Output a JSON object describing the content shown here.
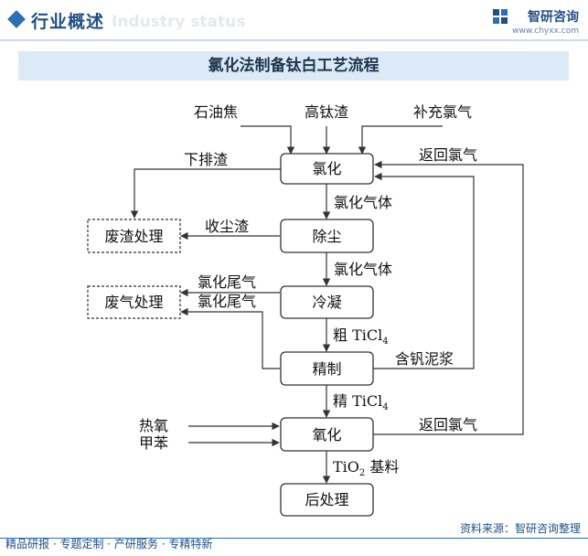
{
  "header": {
    "title": "行业概述",
    "ghost_text": "Industry status",
    "brand_name": "智研咨询",
    "brand_url": "www.chyxx.com"
  },
  "diagram": {
    "title": "氯化法制备钛白工艺流程",
    "inputs": {
      "petroleum_coke": "石油焦",
      "high_ti_slag": "高钛渣",
      "make_up_chlorine": "补充氯气",
      "hot_oxygen": "热氧",
      "toluene": "甲苯"
    },
    "nodes": {
      "chlorination": "氯化",
      "dust_removal": "除尘",
      "condensation": "冷凝",
      "refining": "精制",
      "oxidation": "氧化",
      "post_treatment": "后处理",
      "slag_treatment": "废渣处理",
      "gas_treatment": "废气处理"
    },
    "edge_labels": {
      "lower_slag": "下排渣",
      "return_chlorine_1": "返回氯气",
      "chlorinated_gas_1": "氯化气体",
      "dust_slag": "收尘渣",
      "chlorinated_gas_2": "氯化气体",
      "tail_gas_1": "氯化尾气",
      "tail_gas_2": "氯化尾气",
      "crude_ticl4_prefix": "粗 TiCl",
      "crude_ticl4_sub": "4",
      "vanadium_mud": "含钒泥浆",
      "fine_ticl4_prefix": "精 TiCl",
      "fine_ticl4_sub": "4",
      "return_chlorine_2": "返回氯气",
      "tio2_prefix": "TiO",
      "tio2_sub": "2",
      "tio2_suffix": " 基料"
    }
  },
  "footer": {
    "tagline": "精品研报 · 专题定制 · 产研服务 · 专精特新",
    "source_label": "资料来源：",
    "source_value": "智研咨询整理"
  },
  "colors": {
    "accent": "#1f4f86",
    "title_bar": "#dce9f7",
    "line": "#333333"
  }
}
